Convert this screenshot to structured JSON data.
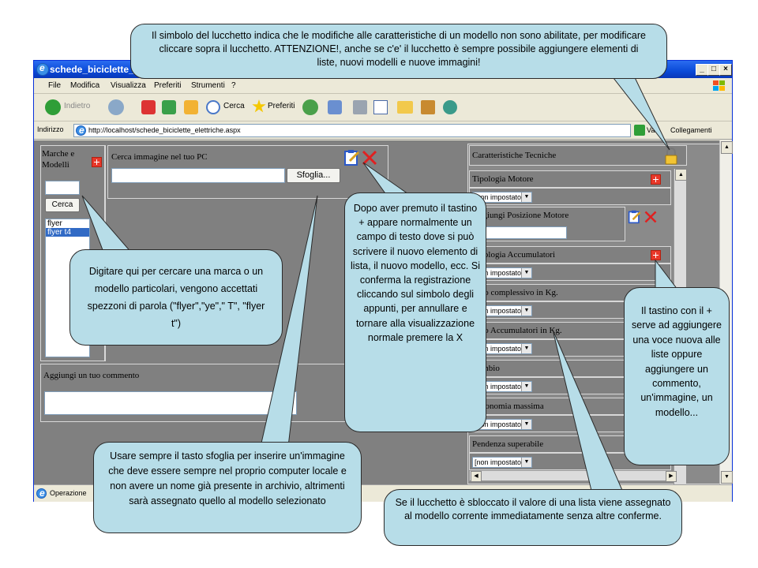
{
  "window": {
    "title": "schede_biciclette_e",
    "min": "_",
    "max": "□",
    "close": "×"
  },
  "menubar": {
    "items": [
      "File",
      "Modifica",
      "Visualizza",
      "Preferiti",
      "Strumenti",
      "?"
    ]
  },
  "toolbar": {
    "back": "Indietro",
    "search": "Cerca",
    "favorites": "Preferiti"
  },
  "addressbar": {
    "label": "Indirizzo",
    "url": "http://localhost/schede_biciclette_elettriche.aspx",
    "go": "Vai",
    "links": "Collegamenti"
  },
  "left_panel": {
    "label": "Marche e Modelli",
    "search_button": "Cerca",
    "list": [
      "flyer",
      "flyer t4"
    ],
    "selected": 1
  },
  "image_panel": {
    "label": "Cerca immagine nel tuo PC",
    "browse_button": "Sfoglia..."
  },
  "comment_panel": {
    "label": "Aggiungi un tuo commento"
  },
  "right_panel": {
    "title": "Caratteristiche Tecniche",
    "rows": [
      {
        "label": "Tipologia Motore",
        "select": "[non impostato]"
      },
      {
        "label": "Aggiungi Posizione Motore"
      },
      {
        "label": "Tipologia Accumulatori",
        "select": "[non impostato]"
      },
      {
        "label": "Peso complessivo in Kg.",
        "select": "[non impostato]"
      },
      {
        "label": "Peso Accumulatori in Kg.",
        "select": "[non impostato]"
      },
      {
        "label": "Cambio",
        "select": "[non impostato]"
      },
      {
        "label": "Autonomia massima",
        "select": "[non impostato]"
      },
      {
        "label": "Pendenza superabile",
        "select": "[non impostato]"
      }
    ]
  },
  "statusbar": {
    "text": "Operazione"
  },
  "callouts": {
    "lock": "Il simbolo del lucchetto indica che le modifiche alle caratteristiche di un modello non sono abilitate, per modificare cliccare sopra il lucchetto. ATTENZIONE!, anche se c'e' il lucchetto è sempre possibile aggiungere elementi di liste, nuovi modelli e nuove immagini!",
    "search": "Digitare qui per cercare una marca o un modello particolari, vengono accettati spezzoni di parola (\"flyer\",\"ye\",\" T\", \"flyer t\")",
    "save": "Dopo aver premuto il tastino + appare normalmente un campo di testo dove si può scrivere il nuovo elemento di lista, il nuovo modello, ecc. Si conferma la registrazione cliccando sul simbolo degli appunti, per annullare e tornare alla visualizzazione normale premere la X",
    "plus": "Il tastino con il + serve ad aggiungere una voce nuova alle liste oppure aggiungere un commento, un'immagine, un modello...",
    "browse": "Usare sempre il tasto sfoglia per inserire un'immagine che deve essere sempre nel proprio computer locale e non avere un nome già presente in archivio, altrimenti sarà assegnato quello al modello selezionato",
    "unlocked": "Se il lucchetto è sbloccato il valore di una lista viene assegnato al modello corrente immediatamente senza altre conferme."
  }
}
